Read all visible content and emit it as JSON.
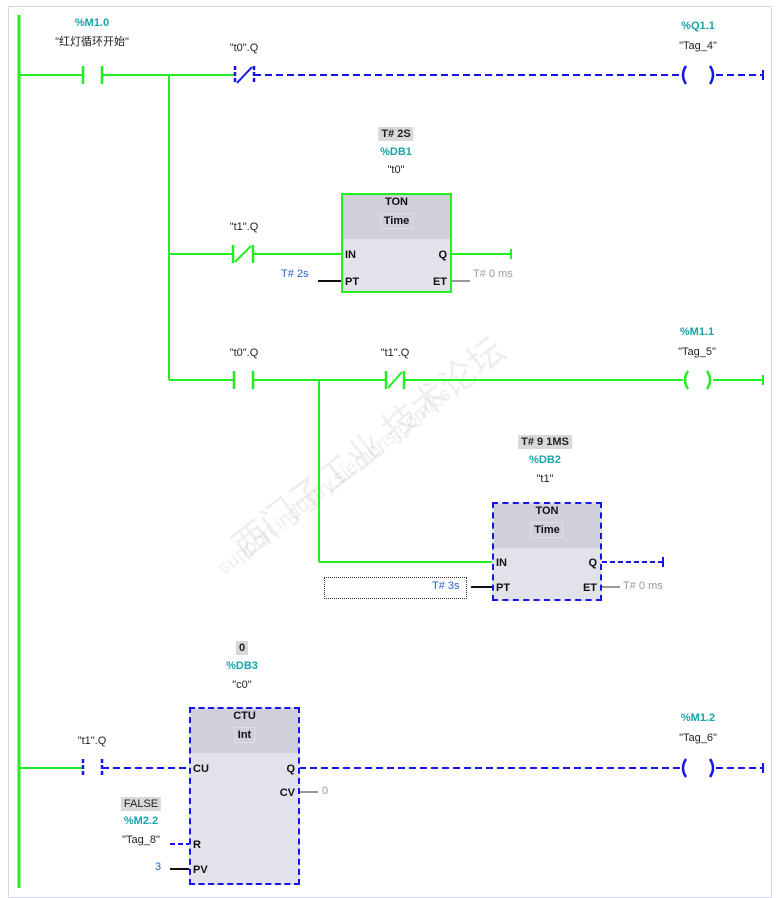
{
  "colors": {
    "energized": "#22ee22",
    "unpowered": "#1515e8",
    "address": "#1aa3a8",
    "param": "#2a5fd0"
  },
  "rung1": {
    "contact1": {
      "address": "%M1.0",
      "tag": "\"红灯循环开始\"",
      "type": "normally-open",
      "state": "energized"
    },
    "contact2": {
      "tag": "\"t0\".Q",
      "type": "normally-closed",
      "state": "unpowered"
    },
    "coil": {
      "address": "%Q1.1",
      "tag": "\"Tag_4\"",
      "state": "unpowered"
    }
  },
  "timer_t0": {
    "value": "T# 2S",
    "db": "%DB1",
    "instance": "\"t0\"",
    "type": "TON",
    "datatype": "Time",
    "pins": {
      "in": "IN",
      "pt": "PT",
      "q": "Q",
      "et": "ET"
    },
    "pt_value": "T# 2s",
    "et_value": "T# 0 ms",
    "input_contact": {
      "tag": "\"t1\".Q",
      "type": "normally-closed",
      "state": "energized"
    }
  },
  "rung_t0_branch": {
    "contact1": {
      "tag": "\"t0\".Q",
      "type": "normally-open",
      "state": "energized"
    },
    "contact2": {
      "tag": "\"t1\".Q",
      "type": "normally-closed",
      "state": "energized"
    },
    "coil": {
      "address": "%M1.1",
      "tag": "\"Tag_5\"",
      "state": "energized"
    }
  },
  "timer_t1": {
    "value": "T# 9 1MS",
    "db": "%DB2",
    "instance": "\"t1\"",
    "type": "TON",
    "datatype": "Time",
    "pins": {
      "in": "IN",
      "pt": "PT",
      "q": "Q",
      "et": "ET"
    },
    "pt_value": "T# 3s",
    "et_value": "T# 0 ms"
  },
  "counter_c0": {
    "value": "0",
    "db": "%DB3",
    "instance": "\"c0\"",
    "type": "CTU",
    "datatype": "Int",
    "pins": {
      "cu": "CU",
      "r": "R",
      "pv": "PV",
      "q": "Q",
      "cv": "CV"
    },
    "pv_value": "3",
    "cv_value": "0",
    "input_contact": {
      "tag": "\"t1\".Q",
      "type": "normally-open",
      "state": "unpowered"
    },
    "reset": {
      "value": "FALSE",
      "address": "%M2.2",
      "tag": "\"Tag_8\""
    },
    "coil": {
      "address": "%M1.2",
      "tag": "\"Tag_6\"",
      "state": "unpowered"
    }
  },
  "watermark": {
    "line1": "西门子工业 技术论坛",
    "line2": "support.industry.siemens.com/cs"
  }
}
